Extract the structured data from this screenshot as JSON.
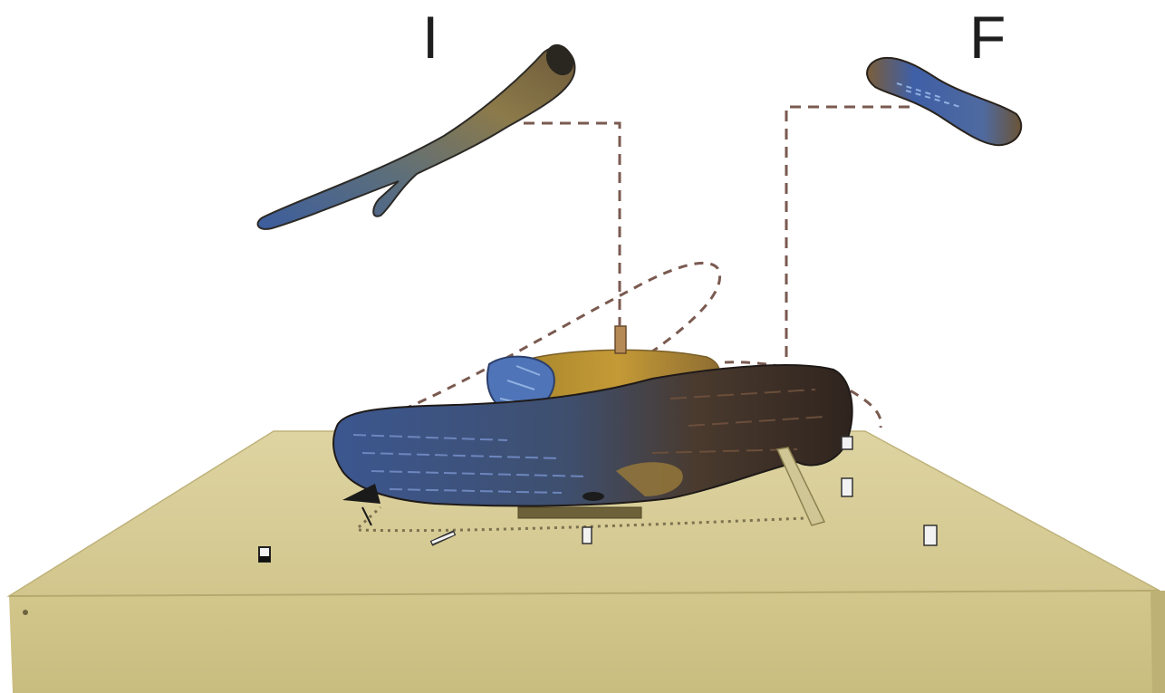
{
  "labels": {
    "left": "I",
    "right": "F"
  },
  "colors": {
    "background": "#ffffff",
    "platform_top": "#d9cf98",
    "platform_front": "#cfc285",
    "platform_side": "#c6b97b",
    "dashed_line": "#7a5a50",
    "charcoal_blue": "#4a6aa8",
    "charcoal_dark": "#3b2c24",
    "ochre": "#b8902f"
  },
  "objects": [
    "fragment-i-icon",
    "fragment-f-icon",
    "excavation-base-platform",
    "charred-log-cluster",
    "dashed-outline-trace",
    "location-pegs",
    "scale-bar"
  ]
}
